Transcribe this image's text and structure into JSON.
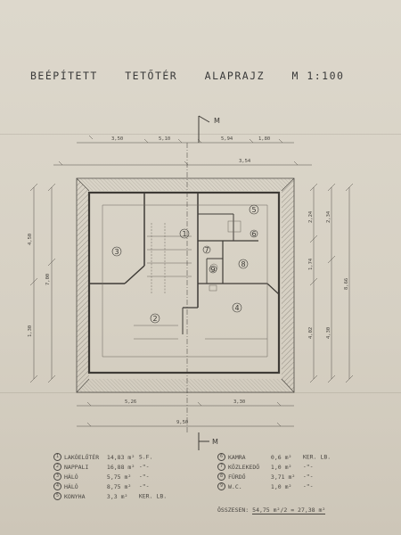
{
  "title": {
    "parts": [
      "BEÉPÍTETT",
      "TETŐTÉR",
      "ALAPRAJZ",
      "M 1:100"
    ]
  },
  "section_mark": "M",
  "rooms": [
    "1",
    "2",
    "3",
    "4",
    "5",
    "6",
    "7",
    "8",
    "9"
  ],
  "dimensions": {
    "top_left": "3,50",
    "top_left2": "5,10",
    "top_right": "5,94",
    "top_right2": "1,80",
    "top_overall": "3,54",
    "bottom_left": "5,26",
    "bottom_right": "3,30",
    "bottom_overall": "9,50",
    "left_a": "4,50",
    "left_b": "7,00",
    "left_c": "1,30",
    "right_a": "2,24",
    "right_b": "2,34",
    "right_c": "1,74",
    "right_d": "4,02",
    "right_e": "4,30",
    "right_overall": "8,66"
  },
  "legend": {
    "left": [
      {
        "n": "1",
        "name": "LAKÓELŐTÉR",
        "area": "14,83 m²",
        "note": "S.F."
      },
      {
        "n": "2",
        "name": "NAPPALI",
        "area": "16,88 m²",
        "note": "-\"-"
      },
      {
        "n": "3",
        "name": "HÁLÓ",
        "area": "5,75 m²",
        "note": "-\"-"
      },
      {
        "n": "4",
        "name": "HÁLÓ",
        "area": "8,75 m²",
        "note": "-\"-"
      },
      {
        "n": "5",
        "name": "KONYHA",
        "area": "3,3 m²",
        "note": "KER. LB."
      }
    ],
    "right": [
      {
        "n": "6",
        "name": "KAMRA",
        "area": "0,6 m²",
        "note": "KER. LB."
      },
      {
        "n": "7",
        "name": "KÖZLEKEDŐ",
        "area": "1,0 m²",
        "note": "-\"-"
      },
      {
        "n": "8",
        "name": "FÜRDŐ",
        "area": "3,71 m²",
        "note": "-\"-"
      },
      {
        "n": "9",
        "name": "W.C.",
        "area": "1,0 m²",
        "note": "-\"-"
      }
    ],
    "total_label": "ÖSSZESEN:",
    "total_value": "54,75 m²/2 = 27,38 m²"
  }
}
